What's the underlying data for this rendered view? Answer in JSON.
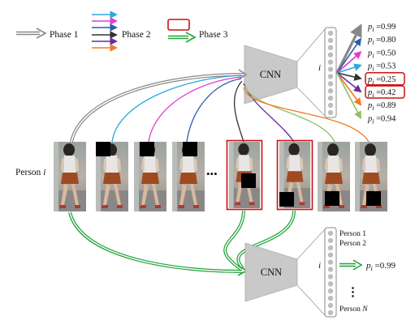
{
  "legend": {
    "phase1": "Phase 1",
    "phase2": "Phase 2",
    "phase3": "Phase 3",
    "phase2_colors": [
      "#2aa7e0",
      "#e23bd6",
      "#2a5fa8",
      "#333333",
      "#6a2ca0",
      "#f07b2a"
    ]
  },
  "top_network": {
    "label": "CNN",
    "node_label": "i",
    "probabilities": [
      {
        "text": "p_i =0.99",
        "prefix": "p",
        "sub": "i",
        "value": "=0.99",
        "color": "#888888",
        "highlight": false
      },
      {
        "text": "p_i =0.80",
        "prefix": "p",
        "sub": "i",
        "value": "=0.80",
        "color": "#2a5fa8",
        "highlight": false
      },
      {
        "text": "p_i =0.50",
        "prefix": "p",
        "sub": "i",
        "value": "=0.50",
        "color": "#e23bd6",
        "highlight": false
      },
      {
        "text": "p_i =0.53",
        "prefix": "p",
        "sub": "i",
        "value": "=0.53",
        "color": "#2aa7e0",
        "highlight": false
      },
      {
        "text": "p_i =0.25",
        "prefix": "p",
        "sub": "i",
        "value": "=0.25",
        "color": "#333333",
        "highlight": true
      },
      {
        "text": "p_i =0.42",
        "prefix": "p",
        "sub": "i",
        "value": "=0.42",
        "color": "#6a2ca0",
        "highlight": true
      },
      {
        "text": "p_i =0.89",
        "prefix": "p",
        "sub": "i",
        "value": "=0.89",
        "color": "#f07b2a",
        "highlight": false
      },
      {
        "text": "p_i =0.94",
        "prefix": "p",
        "sub": "i",
        "value": "=0.94",
        "color": "#8cc063",
        "highlight": false
      }
    ]
  },
  "person_row": {
    "label_prefix": "Person",
    "label_var": "i",
    "ellipsis": "•••"
  },
  "bottom_network": {
    "label": "CNN",
    "node_label": "i",
    "class_labels": [
      "Person 1",
      "Person 2"
    ],
    "vertical_ellipsis": "⋮",
    "last_class_prefix": "Person",
    "last_class_var": "N",
    "output_prefix": "p",
    "output_sub": "i",
    "output_value": "=0.99"
  },
  "colors": {
    "phase1": "#888888",
    "phase3": "#22a33a",
    "highlight_box": "#cc1111",
    "cnn_fill": "#c9c9c9",
    "node_fill": "#bdbdbd"
  }
}
